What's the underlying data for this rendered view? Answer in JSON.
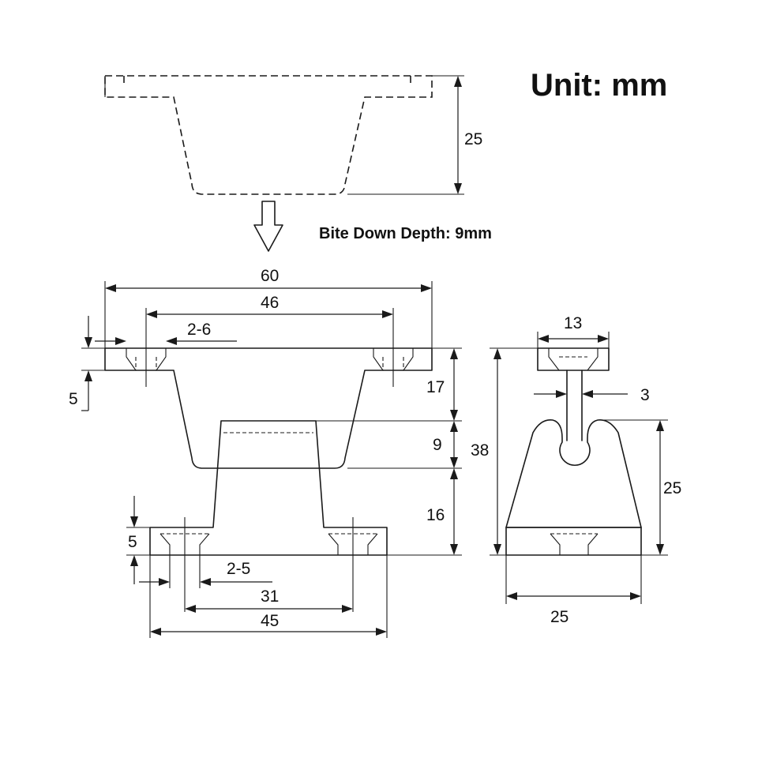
{
  "unit_label": "Unit: mm",
  "note": "Bite Down Depth: 9mm",
  "top_view": {
    "height": "25"
  },
  "front_view": {
    "overall_width": "60",
    "hole_spacing_top": "46",
    "top_holes": "2-6",
    "flange_thickness_top": "5",
    "upper_height": "17",
    "bite_depth": "9",
    "lower_height": "16",
    "flange_thickness_bottom": "5",
    "bottom_holes": "2-5",
    "hole_spacing_bottom": "31",
    "base_width": "45"
  },
  "side_view": {
    "top_width": "13",
    "slot_width": "3",
    "overall_height": "38",
    "lower_height": "25",
    "base_width": "25"
  }
}
